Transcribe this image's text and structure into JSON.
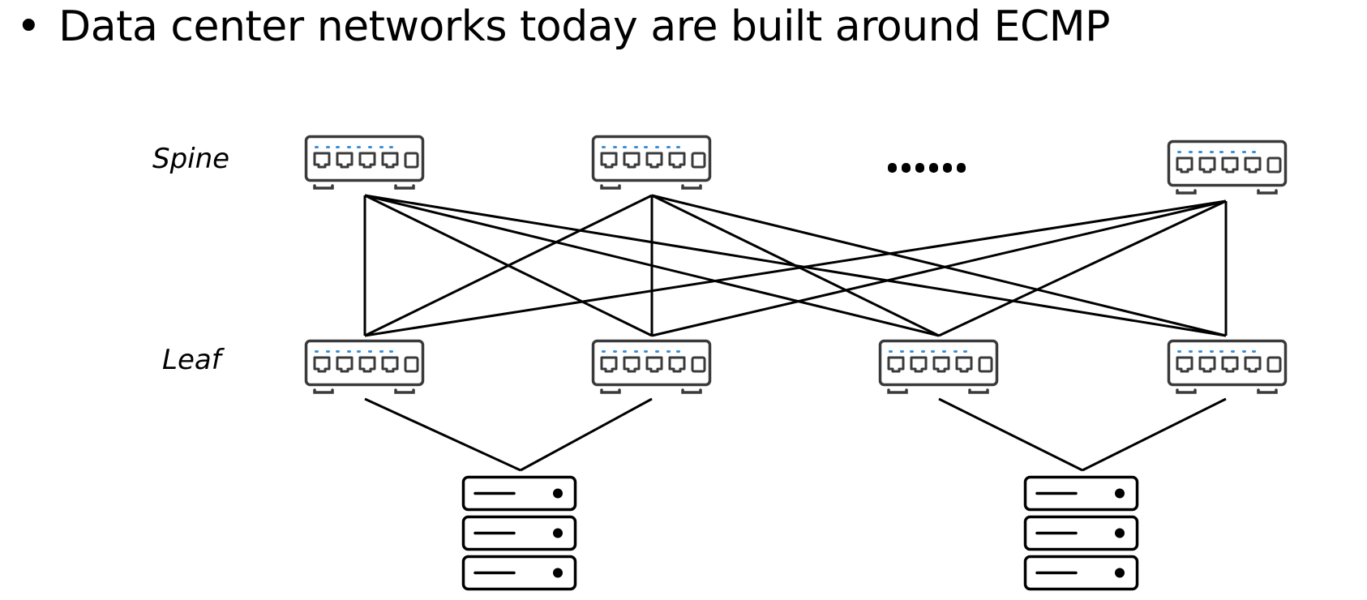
{
  "slide": {
    "bullet": "•",
    "title": "Data center networks today are built around ECMP"
  },
  "diagram": {
    "tiers": [
      {
        "id": "spine",
        "label": "Spine"
      },
      {
        "id": "leaf",
        "label": "Leaf"
      }
    ],
    "ellipsis": "......",
    "spine_switches": [
      "spine-1",
      "spine-2",
      "spine-n"
    ],
    "leaf_switches": [
      "leaf-1",
      "leaf-2",
      "leaf-3",
      "leaf-4"
    ],
    "server_racks": [
      {
        "id": "rack-1",
        "connected_leaves": [
          "leaf-1",
          "leaf-2"
        ]
      },
      {
        "id": "rack-2",
        "connected_leaves": [
          "leaf-3",
          "leaf-4"
        ]
      }
    ],
    "links": "full-mesh spine-to-leaf",
    "colors": {
      "line": "#000000",
      "device_outline": "#3a3a3a",
      "led": "#3b8fd6"
    }
  }
}
